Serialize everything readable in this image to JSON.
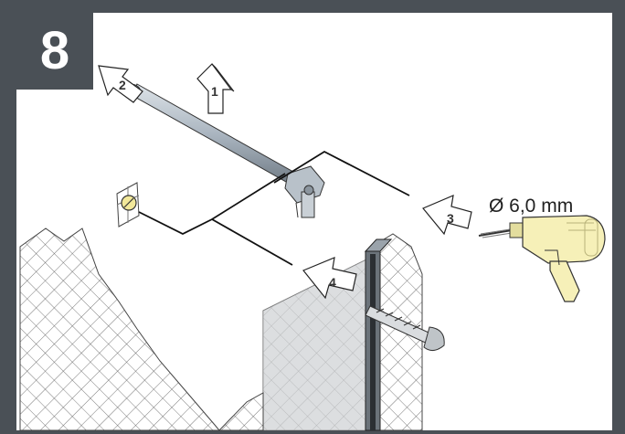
{
  "step": {
    "number": "8"
  },
  "arrows": [
    {
      "label": "1"
    },
    {
      "label": "2"
    },
    {
      "label": "3"
    },
    {
      "label": "4"
    }
  ],
  "drill": {
    "size_label": "Ø 6,0 mm"
  },
  "colors": {
    "frame": "#4a5056",
    "panel": "#ffffff",
    "drill_body": "#f6f0b8",
    "bar": "#a9b4bf"
  }
}
